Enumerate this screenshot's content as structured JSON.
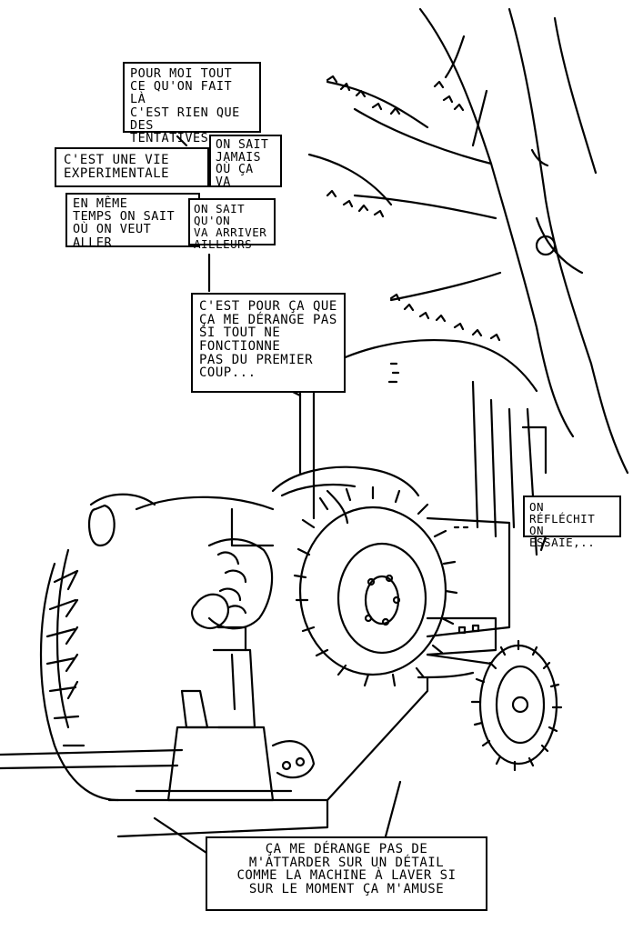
{
  "captions": {
    "c1": "Pour moi tout\nce qu'on fait là\nc'est rien que des\ntentatives...",
    "c2": "C'est une vie\nexperimentale",
    "c3": "on sait\njamais\noù ça va",
    "c4": "en même\ntemps on sait\noù on veut aller",
    "c5": "on sait qu'on\nva arriver\nailleurs",
    "c6": "C'est pour ça que\nça me dérange pas\nsi tout ne fonctionne\npas du premier\ncoup...",
    "c7": "On réfléchit\non essaie,..",
    "c8": "ça me dérange pas de\nm'attarder sur un détail\ncomme la machine à laver si\nsur le moment ça m'amuse"
  }
}
